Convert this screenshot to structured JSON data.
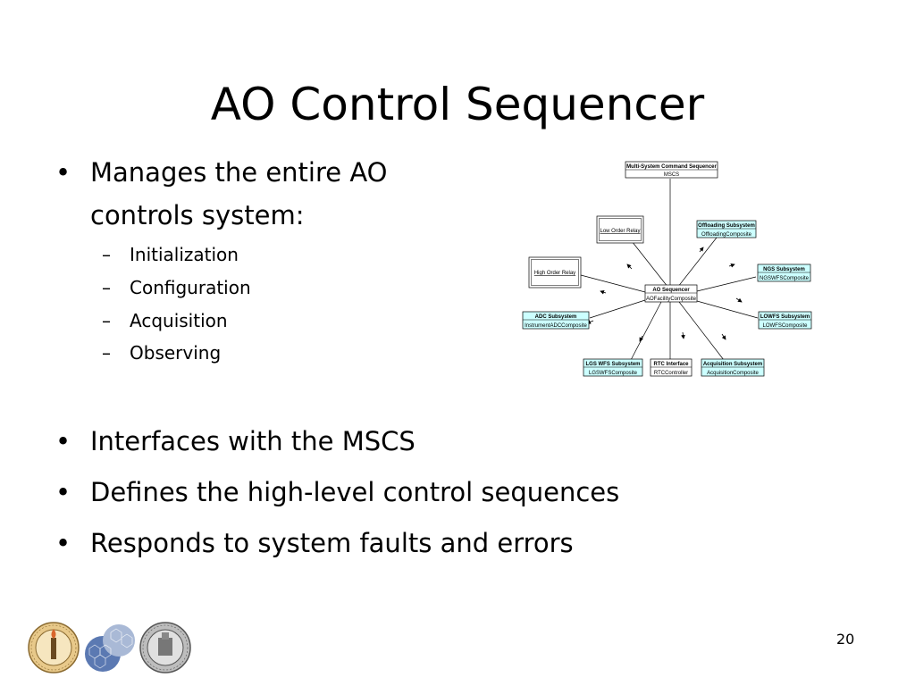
{
  "slide": {
    "title": "AO Control Sequencer",
    "page_number": "20",
    "bullets": [
      {
        "line1": "Manages the entire AO",
        "line2": "controls system:"
      },
      {
        "line1": "Interfaces with the MSCS"
      },
      {
        "line1": "Defines the high-level control sequences"
      },
      {
        "line1": "Responds to system faults and errors"
      }
    ],
    "subbullets": [
      "Initialization",
      "Configuration",
      "Acquisition",
      "Observing"
    ],
    "bullet_glyph": "•",
    "dash_glyph": "–"
  },
  "diagram": {
    "center": {
      "title": "AO Sequencer",
      "subtitle": "AOFacilityComposite"
    },
    "mscs": {
      "title": "Multi-System Command Sequencer",
      "subtitle": "MSCS"
    },
    "low_order_relay": "Low Order Relay",
    "high_order_relay": "High Order Relay",
    "offloading": {
      "title": "Offloading Subsystem",
      "subtitle": "OffloadingComposite"
    },
    "ngs": {
      "title": "NGS Subsystem",
      "subtitle": "NGSWFSComposite"
    },
    "adc": {
      "title": "ADC Subsystem",
      "subtitle": "InstrumentADCComposite"
    },
    "lowfs": {
      "title": "LOWFS Subsystem",
      "subtitle": "LOWFSComposite"
    },
    "lgs": {
      "title": "LGS WFS Subsystem",
      "subtitle": "LGSWFSComposite"
    },
    "rtc": {
      "title": "RTC Interface",
      "subtitle": "RTCController"
    },
    "acquisition": {
      "title": "Acquisition Subsystem",
      "subtitle": "AcquisitionComposite"
    },
    "colors": {
      "subsystem_fill": "#ccffff",
      "plain_fill": "#ffffff",
      "stroke": "#000000"
    }
  },
  "logos": [
    "caltech-seal",
    "tmt-mirror-segments",
    "uc-seal"
  ]
}
